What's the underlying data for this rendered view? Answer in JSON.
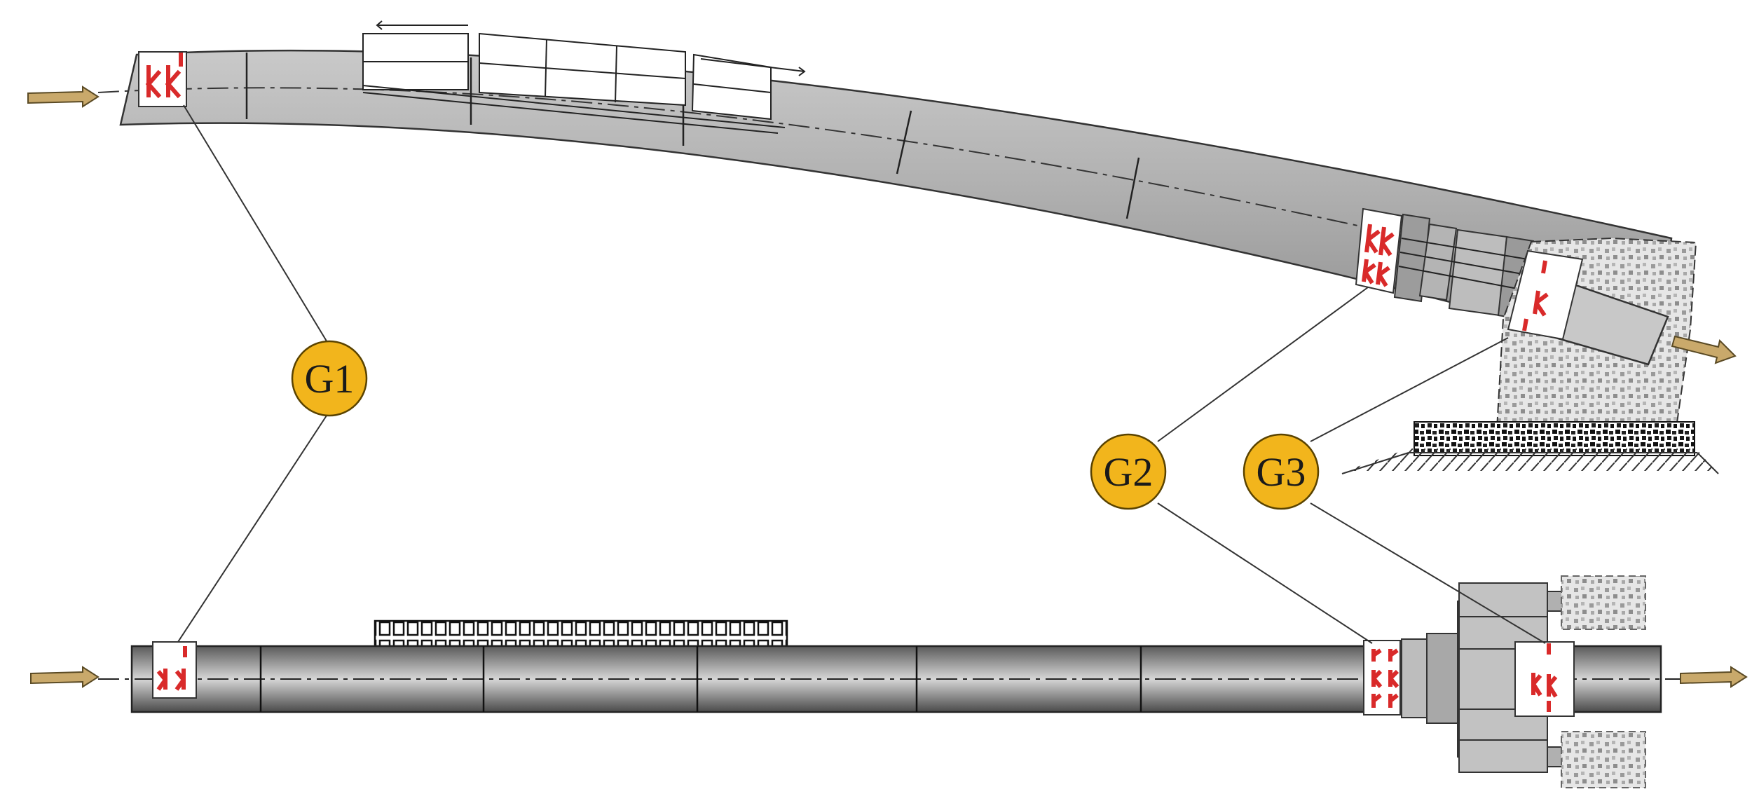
{
  "diagram": {
    "gauges": [
      {
        "label": "G1"
      },
      {
        "label": "G2"
      },
      {
        "label": "G3"
      }
    ],
    "colors": {
      "badge_fill": "#f2b51c",
      "badge_stroke": "#5a4300",
      "strain_mark": "#d92a2a",
      "arrow_fill": "#c9a96b",
      "pipe_stroke": "#333333"
    },
    "icons": {
      "load_in": "arrow-right-icon",
      "load_out": "arrow-right-icon",
      "support": "concrete-block-icon",
      "ground": "ground-hatch-icon"
    }
  }
}
